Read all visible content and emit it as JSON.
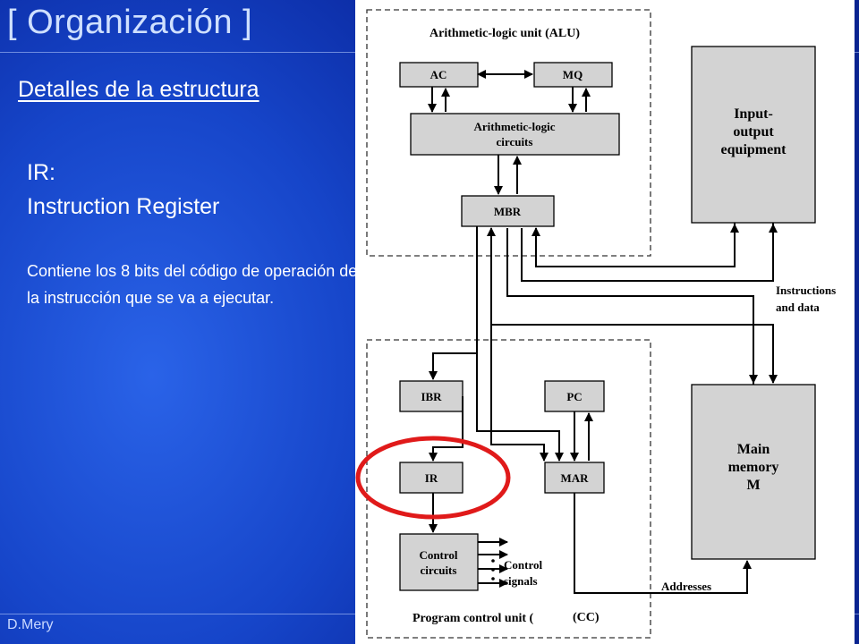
{
  "slide": {
    "title": "[ Organización ]",
    "subtitle": "Detalles de la estructura",
    "register_abbr": "IR:",
    "register_name": "Instruction Register",
    "description": "Contiene los 8 bits del código de operación de la instrucción que se va a ejecutar.",
    "author": "D.Mery"
  },
  "diagram": {
    "alu_label": "Arithmetic-logic unit (ALU)",
    "control_label": "Program control unit (",
    "control_label_suffix": "(CC)",
    "blocks": {
      "ac": "AC",
      "mq": "MQ",
      "alu_circuits": [
        "Arithmetic-logic",
        "circuits"
      ],
      "mbr": "MBR",
      "io": [
        "Input-",
        "output",
        "equipment"
      ],
      "ibr": "IBR",
      "pc": "PC",
      "ir": "IR",
      "mar": "MAR",
      "control_circuits": [
        "Control",
        "circuits"
      ],
      "main_memory": [
        "Main",
        "memory",
        "M"
      ]
    },
    "annotations": {
      "instructions_and_data": [
        "Instructions",
        "and data"
      ],
      "control_signals": [
        "Control",
        "signals"
      ],
      "addresses": "Addresses"
    },
    "highlight_color": "#e01a1a"
  }
}
